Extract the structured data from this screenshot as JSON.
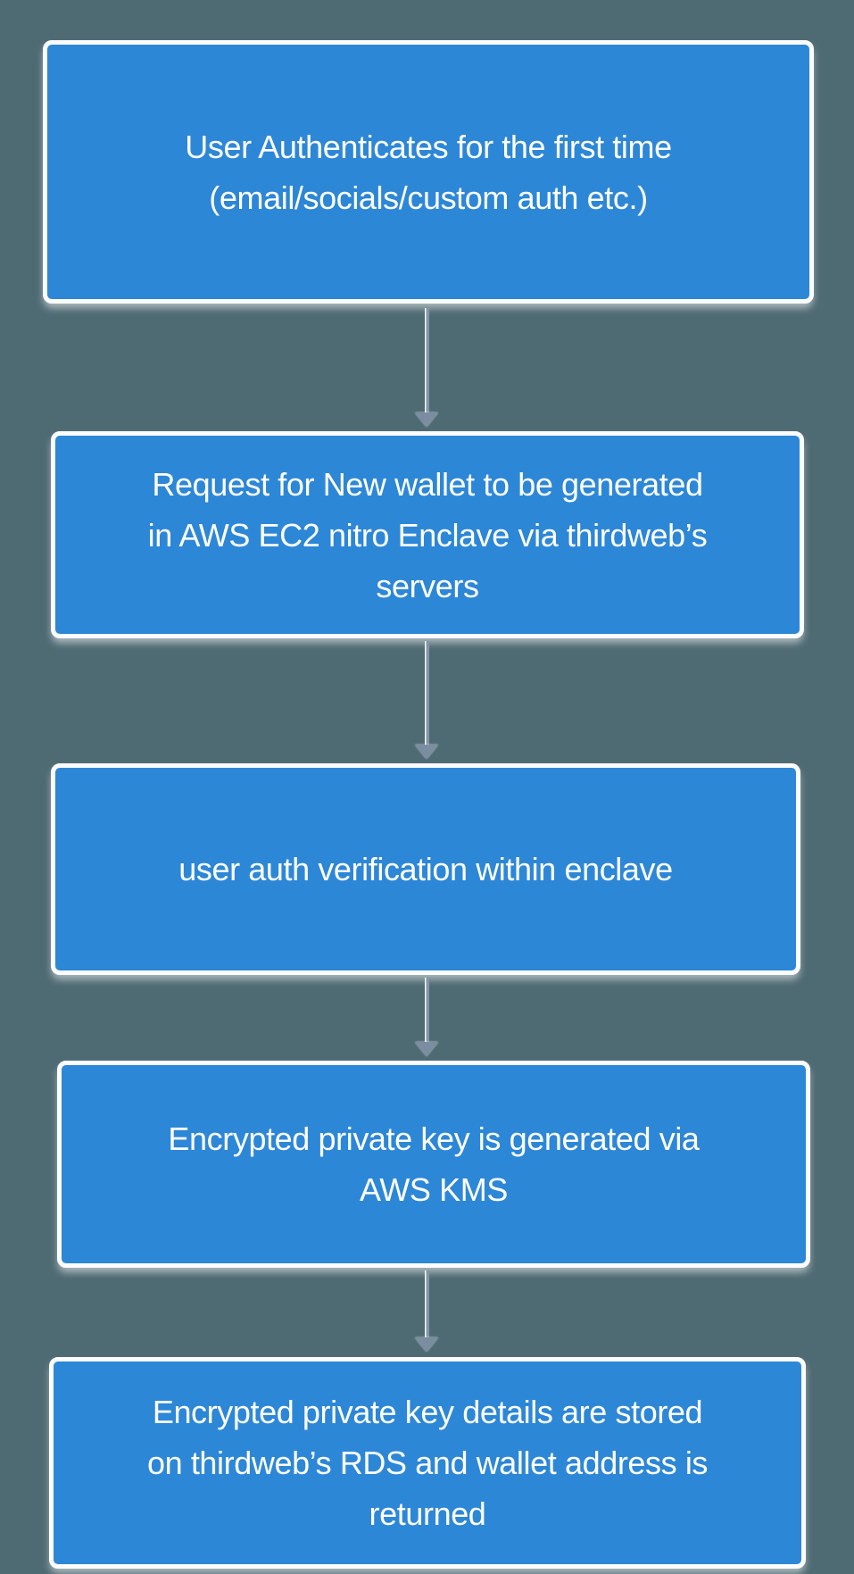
{
  "diagram": {
    "type": "flowchart",
    "direction": "top-down",
    "colors": {
      "background": "#4e6a73",
      "node_fill": "#2d87d7",
      "node_border": "#fcfcfc",
      "node_text": "#ffffff",
      "arrow": "#8496a8"
    },
    "nodes": [
      {
        "id": "user-authenticates",
        "text": "User Authenticates for the first time\n(email/socials/custom auth etc.)"
      },
      {
        "id": "request-wallet",
        "text": "Request for New wallet to be generated\nin AWS EC2 nitro Enclave via thirdweb’s\nservers"
      },
      {
        "id": "auth-verification",
        "text": "user auth verification within enclave"
      },
      {
        "id": "generate-key",
        "text": "Encrypted private key is generated via\nAWS KMS"
      },
      {
        "id": "store-key",
        "text": "Encrypted private key details are stored\non thirdweb’s RDS and wallet address is\nreturned"
      }
    ],
    "edges": [
      {
        "from": "user-authenticates",
        "to": "request-wallet"
      },
      {
        "from": "request-wallet",
        "to": "auth-verification"
      },
      {
        "from": "auth-verification",
        "to": "generate-key"
      },
      {
        "from": "generate-key",
        "to": "store-key"
      }
    ]
  }
}
